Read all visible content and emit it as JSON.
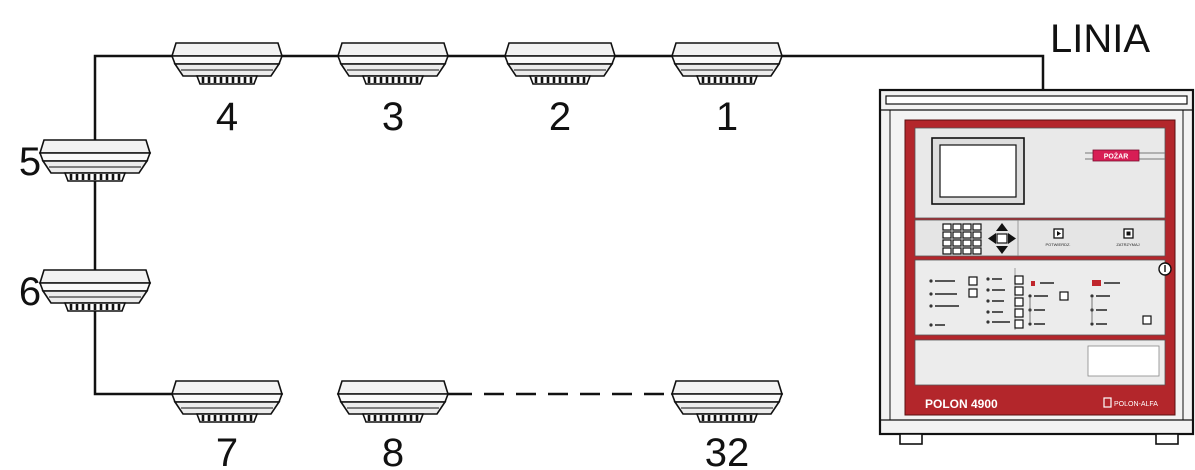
{
  "line_label": "LINIA",
  "detectors": [
    {
      "number": "1"
    },
    {
      "number": "2"
    },
    {
      "number": "3"
    },
    {
      "number": "4"
    },
    {
      "number": "5"
    },
    {
      "number": "6"
    },
    {
      "number": "7"
    },
    {
      "number": "8"
    },
    {
      "number": "32"
    }
  ],
  "panel": {
    "model": "POLON 4900",
    "brand": "POLON-ALFA",
    "alarm_label": "POŻAR",
    "button_labels": [
      "POTWIERDZ.",
      "ZATRZYMAJ"
    ],
    "colors": {
      "frame": "#b3262b",
      "inner": "#e9e9e9",
      "cabinet": "#f3f3f3"
    }
  },
  "colors": {
    "line": "#111111"
  }
}
